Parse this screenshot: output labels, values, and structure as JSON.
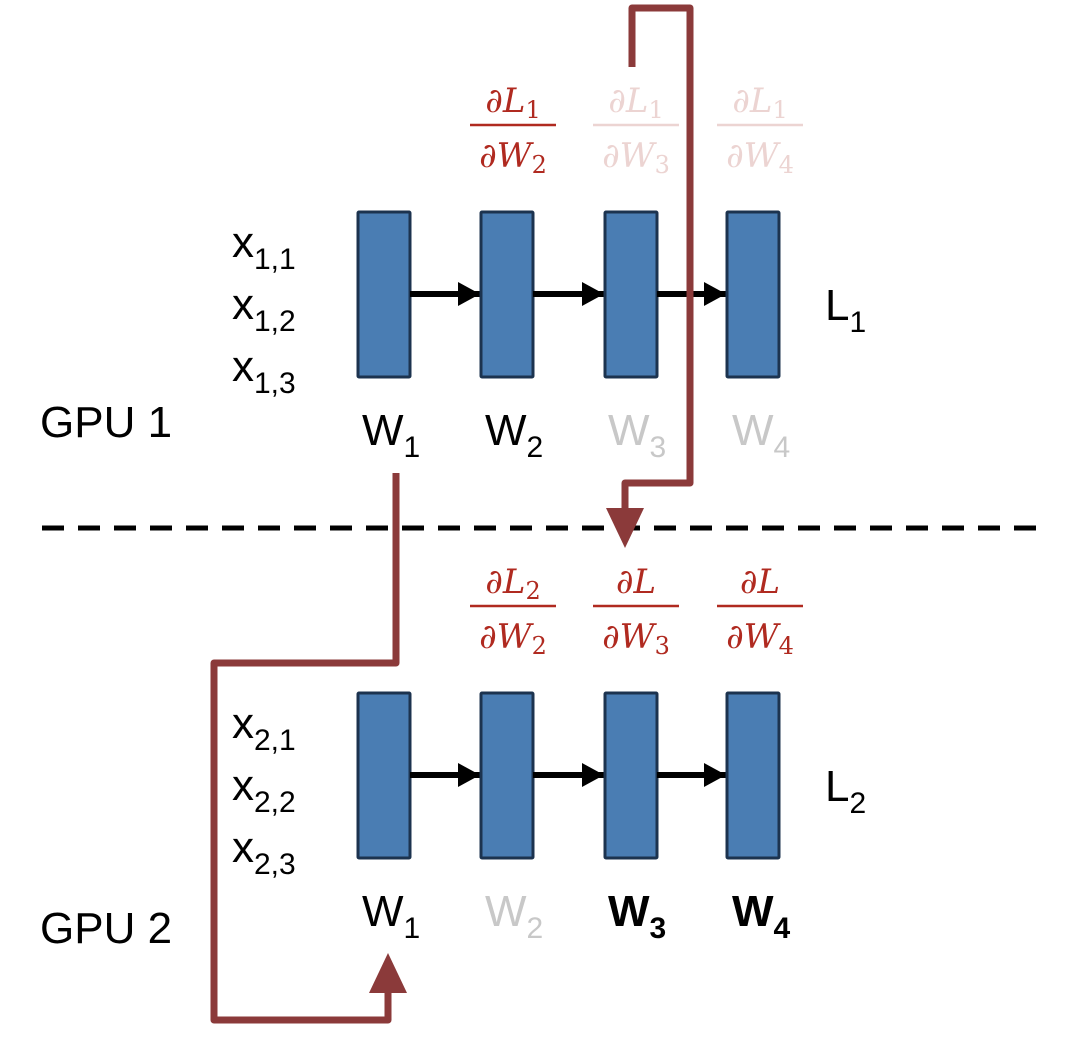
{
  "colors": {
    "block_fill": "#4a7db3",
    "block_stroke": "#1c334f",
    "arrow": "#000000",
    "grad_active": "#b02a20",
    "grad_faded": "#ecd4d2",
    "route": "#8b3a3a",
    "label": "#000000",
    "faded_label": "#c8c8c8",
    "divider": "#000000"
  },
  "gpus": [
    {
      "name": "GPU 1",
      "inputs": [
        {
          "base": "x",
          "sub": "1,1"
        },
        {
          "base": "x",
          "sub": "1,2"
        },
        {
          "base": "x",
          "sub": "1,3"
        }
      ],
      "loss": {
        "base": "L",
        "sub": "1"
      },
      "layers": [
        {
          "base": "W",
          "sub": "1",
          "style": "normal",
          "grad": null
        },
        {
          "base": "W",
          "sub": "2",
          "style": "normal",
          "grad": {
            "num": "∂L",
            "num_sub": "1",
            "den": "∂W",
            "den_sub": "2",
            "state": "active"
          }
        },
        {
          "base": "W",
          "sub": "3",
          "style": "faded",
          "grad": {
            "num": "∂L",
            "num_sub": "1",
            "den": "∂W",
            "den_sub": "3",
            "state": "faded"
          }
        },
        {
          "base": "W",
          "sub": "4",
          "style": "faded",
          "grad": {
            "num": "∂L",
            "num_sub": "1",
            "den": "∂W",
            "den_sub": "4",
            "state": "faded"
          }
        }
      ]
    },
    {
      "name": "GPU 2",
      "inputs": [
        {
          "base": "x",
          "sub": "2,1"
        },
        {
          "base": "x",
          "sub": "2,2"
        },
        {
          "base": "x",
          "sub": "2,3"
        }
      ],
      "loss": {
        "base": "L",
        "sub": "2"
      },
      "layers": [
        {
          "base": "W",
          "sub": "1",
          "style": "normal",
          "grad": null
        },
        {
          "base": "W",
          "sub": "2",
          "style": "faded",
          "grad": {
            "num": "∂L",
            "num_sub": "2",
            "den": "∂W",
            "den_sub": "2",
            "state": "active"
          }
        },
        {
          "base": "W",
          "sub": "3",
          "style": "bold",
          "grad": {
            "num": "∂L",
            "num_sub": "",
            "den": "∂W",
            "den_sub": "3",
            "state": "active"
          }
        },
        {
          "base": "W",
          "sub": "4",
          "style": "bold",
          "grad": {
            "num": "∂L",
            "num_sub": "",
            "den": "∂W",
            "den_sub": "4",
            "state": "active"
          }
        }
      ]
    }
  ],
  "transfers": [
    {
      "from": "GPU 1 gradient region (W3)",
      "to": "GPU 2 W3",
      "direction": "down"
    },
    {
      "from": "GPU 1 W1",
      "to": "GPU 2 W1",
      "direction": "up"
    }
  ]
}
